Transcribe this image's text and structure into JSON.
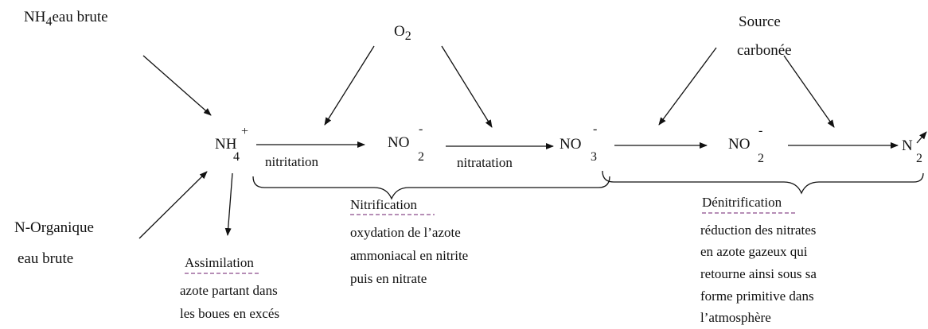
{
  "inputs": {
    "nh4_raw": "NH",
    "nh4_raw_sub": "4",
    "nh4_raw_suffix": "eau brute",
    "norg_line1": "N-Organique",
    "norg_line2": "eau brute",
    "o2": "O",
    "o2_sub": "2",
    "carbon_line1": "Source",
    "carbon_line2": "carbonée"
  },
  "species": {
    "nh4": "NH",
    "nh4_sub": "4",
    "nh4_sup": "+",
    "no2a": "NO",
    "no2a_sub": "2",
    "no2a_sup": "-",
    "no3": "NO",
    "no3_sub": "3",
    "no3_sup": "-",
    "no2b": "NO",
    "no2b_sub": "2",
    "no2b_sup": "-",
    "n2": "N",
    "n2_sub": "2"
  },
  "steps": {
    "nitritation": "nitritation",
    "nitratation": "nitratation"
  },
  "processes": {
    "assimilation": {
      "title": "Assimilation",
      "lines": [
        "azote partant dans",
        "les boues en excés"
      ]
    },
    "nitrification": {
      "title": "Nitrification",
      "lines": [
        "oxydation de l’azote",
        "ammoniacal en nitrite",
        "puis en nitrate"
      ]
    },
    "denitrification": {
      "title": "Dénitrification",
      "lines": [
        "réduction des nitrates",
        "en azote gazeux qui",
        "retourne ainsi sous sa",
        "forme primitive dans",
        "l’atmosphère"
      ]
    }
  },
  "colors": {
    "ink": "#111111",
    "dash": "#8a4a8a"
  }
}
